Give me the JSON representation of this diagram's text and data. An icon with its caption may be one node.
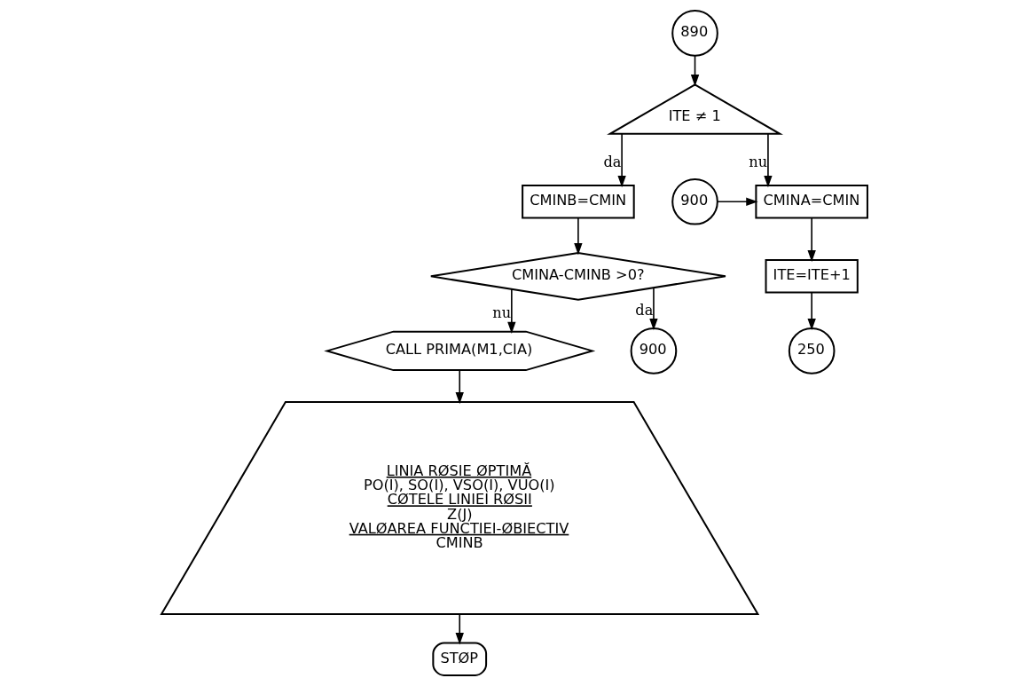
{
  "diagram": {
    "nodes": [
      {
        "text": [
          "890"
        ]
      },
      {
        "text": [
          "ITE ≠ 1"
        ]
      },
      {
        "text": [
          "CMINB=CMIN"
        ]
      },
      {
        "text": [
          "900"
        ]
      },
      {
        "text": [
          "CMINA=CMIN"
        ]
      },
      {
        "text": [
          "CMINA-CMINB >0?"
        ]
      },
      {
        "text": [
          "ITE=ITE+1"
        ]
      },
      {
        "text": [
          "CALL PRIMA(M1,CIA)"
        ]
      },
      {
        "text": [
          "900"
        ]
      },
      {
        "text": [
          "250"
        ]
      },
      {
        "text": [
          "LINIA RØSIE ØPTIMĂ",
          "PO(I), SO(I), VSO(I), VUO(I)",
          "CØTELE LINIEI RØSII",
          "Z(J)",
          "VALØAREA FUNCTIEI-ØBIECTIV",
          "CMINB"
        ]
      },
      {
        "text": [
          "STØP"
        ]
      }
    ],
    "edges": [
      {
        "from": 0,
        "to": 1,
        "arrow": "to"
      },
      {
        "from": 1,
        "to": 2,
        "arrow": "to",
        "label": "da"
      },
      {
        "from": 1,
        "to": 4,
        "arrow": "to",
        "label": "nu"
      },
      {
        "from": 3,
        "to": 4,
        "arrow": "to"
      },
      {
        "from": 2,
        "to": 5,
        "arrow": "to"
      },
      {
        "from": 5,
        "to": 8,
        "arrow": "to",
        "label": "da"
      },
      {
        "from": 5,
        "to": 7,
        "arrow": "to",
        "label": "nu"
      },
      {
        "from": 4,
        "to": 6,
        "arrow": "to"
      },
      {
        "from": 6,
        "to": 9,
        "arrow": "to"
      },
      {
        "from": 7,
        "to": 10,
        "arrow": "to"
      },
      {
        "from": 10,
        "to": 11,
        "arrow": "to"
      }
    ]
  }
}
